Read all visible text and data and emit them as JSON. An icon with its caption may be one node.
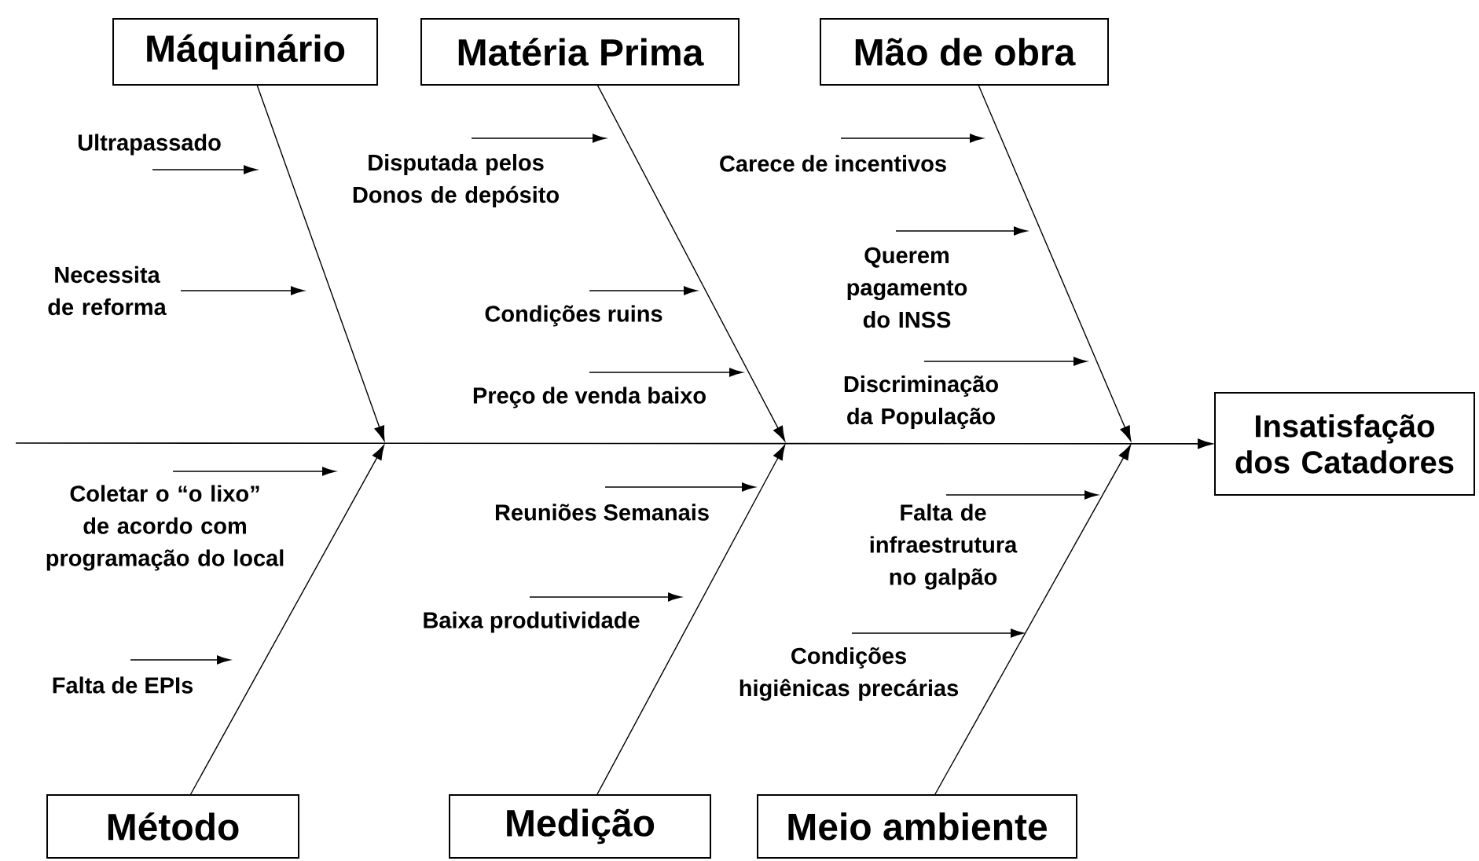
{
  "diagram": {
    "nodes": [
      {
        "text": [
          "Máquinário"
        ]
      },
      {
        "text": [
          "Matéria Prima"
        ]
      },
      {
        "text": [
          "Mão de obra"
        ]
      },
      {
        "text": [
          "Ultrapassado"
        ]
      },
      {
        "text": [
          "Necessita de reforma"
        ]
      },
      {
        "text": [
          "Disputada pelos Donos de depósito"
        ]
      },
      {
        "text": [
          "Condições ruins"
        ]
      },
      {
        "text": [
          "Preço de venda baixo"
        ]
      },
      {
        "text": [
          "Carece de incentivos"
        ]
      },
      {
        "text": [
          "Querem pagamento do INSS"
        ]
      },
      {
        "text": [
          "Discriminação da População"
        ]
      },
      {
        "text": [
          "Insatisfação dos Catadores"
        ]
      },
      {
        "text": [
          "Coletar o “o lixo” de acordo com programação do local"
        ]
      },
      {
        "text": [
          "Falta de EPIs"
        ]
      },
      {
        "text": [
          "Reuniões Semanais"
        ]
      },
      {
        "text": [
          "Baixa produtividade"
        ]
      },
      {
        "text": [
          "Falta de infraestrutura no galpão"
        ]
      },
      {
        "text": [
          "Condições higiênicas precárias"
        ]
      },
      {
        "text": [
          "Método"
        ]
      },
      {
        "text": [
          "Medição"
        ]
      },
      {
        "text": [
          "Meio ambiente"
        ]
      }
    ],
    "edges": [
      {
        "from": null,
        "to": 11,
        "arrow": "to"
      },
      {
        "from": 0,
        "to": null,
        "arrow": "to"
      },
      {
        "from": 1,
        "to": null,
        "arrow": "to"
      },
      {
        "from": 2,
        "to": null,
        "arrow": "to"
      },
      {
        "from": 18,
        "to": null,
        "arrow": "to"
      },
      {
        "from": 19,
        "to": null,
        "arrow": "to"
      },
      {
        "from": 20,
        "to": null,
        "arrow": "to"
      },
      {
        "from": 3,
        "to": null,
        "arrow": "to"
      },
      {
        "from": 4,
        "to": null,
        "arrow": "to"
      },
      {
        "from": 5,
        "to": null,
        "arrow": "to"
      },
      {
        "from": 6,
        "to": null,
        "arrow": "to"
      },
      {
        "from": 7,
        "to": null,
        "arrow": "to"
      },
      {
        "from": 8,
        "to": null,
        "arrow": "to"
      },
      {
        "from": 9,
        "to": null,
        "arrow": "to"
      },
      {
        "from": 10,
        "to": null,
        "arrow": "to"
      },
      {
        "from": 12,
        "to": null,
        "arrow": "to"
      },
      {
        "from": 13,
        "to": null,
        "arrow": "to"
      },
      {
        "from": 14,
        "to": null,
        "arrow": "to"
      },
      {
        "from": 15,
        "to": null,
        "arrow": "to"
      },
      {
        "from": 16,
        "to": null,
        "arrow": "to"
      },
      {
        "from": 17,
        "to": null,
        "arrow": "to"
      }
    ]
  }
}
